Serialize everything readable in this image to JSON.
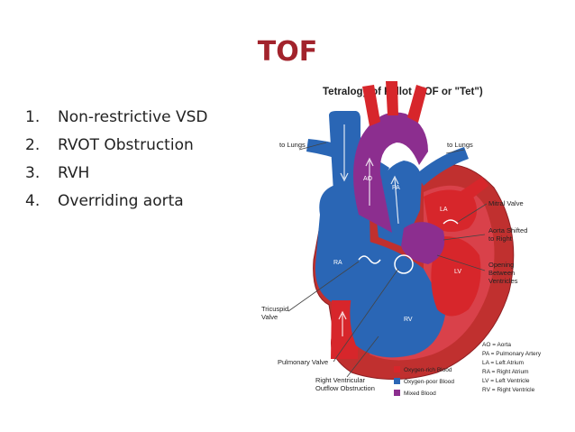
{
  "slide": {
    "title": "TOF",
    "points": [
      {
        "num": "1.",
        "text": "Non-restrictive VSD"
      },
      {
        "num": "2.",
        "text": "RVOT Obstruction"
      },
      {
        "num": "3.",
        "text": "RVH"
      },
      {
        "num": "4.",
        "text": "Overriding  aorta"
      }
    ]
  },
  "diagram": {
    "title": "Tetralogy of Fallot (TOF or \"Tet\")",
    "labels": {
      "to_lungs_left": "to Lungs",
      "to_lungs_right": "to Lungs",
      "mitral_valve": "Mitral Valve",
      "aorta_shifted_1": "Aorta Shifted",
      "aorta_shifted_2": "to Right",
      "opening_1": "Opening",
      "opening_2": "Between",
      "opening_3": "Ventricles",
      "tricuspid_1": "Tricuspid",
      "tricuspid_2": "Valve",
      "pulmonary_valve": "Pulmonary Valve",
      "rvoo_1": "Right Ventricular",
      "rvoo_2": "Outflow Obstruction"
    },
    "chambers": {
      "ao": "AO",
      "pa": "PA",
      "la": "LA",
      "ra": "RA",
      "lv": "LV",
      "rv": "RV"
    },
    "legend": [
      {
        "label": "Oxygen-rich Blood",
        "color": "#d7262b"
      },
      {
        "label": "Oxygen-poor Blood",
        "color": "#2a66b5"
      },
      {
        "label": "Mixed Blood",
        "color": "#8c2e8f"
      }
    ],
    "abbreviations": [
      "AO = Aorta",
      "PA = Pulmonary Artery",
      "LA = Left Atrium",
      "RA = Right Atrium",
      "LV = Left Ventricle",
      "RV = Right Ventricle"
    ]
  }
}
